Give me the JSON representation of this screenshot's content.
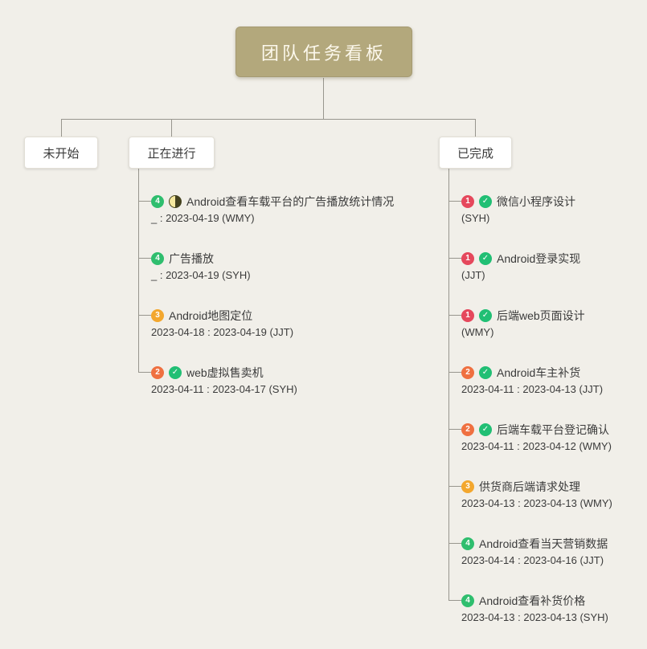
{
  "root_node": {
    "label": "团队任务看板"
  },
  "branches": {
    "not_started": {
      "label": "未开始",
      "tasks": []
    },
    "in_progress": {
      "label": "正在进行",
      "tasks": [
        {
          "priority": "4",
          "priority_level": "p4",
          "status": "half",
          "title": "Android查看车载平台的广告播放统计情况",
          "dates": "_ : 2023-04-19 (WMY)"
        },
        {
          "priority": "4",
          "priority_level": "p4",
          "status": "",
          "title": "广告播放",
          "dates": "_ : 2023-04-19 (SYH)"
        },
        {
          "priority": "3",
          "priority_level": "p3",
          "status": "",
          "title": "Android地图定位",
          "dates": "2023-04-18 : 2023-04-19 (JJT)"
        },
        {
          "priority": "2",
          "priority_level": "p2",
          "status": "check",
          "title": "web虚拟售卖机",
          "dates": "2023-04-11 : 2023-04-17 (SYH)"
        }
      ]
    },
    "done": {
      "label": "已完成",
      "tasks": [
        {
          "priority": "1",
          "priority_level": "p1",
          "status": "check",
          "title": "微信小程序设计",
          "dates": "(SYH)"
        },
        {
          "priority": "1",
          "priority_level": "p1",
          "status": "check",
          "title": "Android登录实现",
          "dates": "(JJT)"
        },
        {
          "priority": "1",
          "priority_level": "p1",
          "status": "check",
          "title": "后端web页面设计",
          "dates": "(WMY)"
        },
        {
          "priority": "2",
          "priority_level": "p2",
          "status": "check",
          "title": "Android车主补货",
          "dates": "2023-04-11 : 2023-04-13 (JJT)"
        },
        {
          "priority": "2",
          "priority_level": "p2",
          "status": "check",
          "title": "后端车载平台登记确认",
          "dates": "2023-04-11 : 2023-04-12 (WMY)"
        },
        {
          "priority": "3",
          "priority_level": "p3",
          "status": "",
          "title": "供货商后端请求处理",
          "dates": "2023-04-13 : 2023-04-13 (WMY)"
        },
        {
          "priority": "4",
          "priority_level": "p4",
          "status": "",
          "title": "Android查看当天营销数据",
          "dates": "2023-04-14 : 2023-04-16 (JJT)"
        },
        {
          "priority": "4",
          "priority_level": "p4",
          "status": "",
          "title": "Android查看补货价格",
          "dates": "2023-04-13 : 2023-04-13 (SYH)"
        }
      ]
    }
  },
  "icons": {
    "priority_badge": "numbered-circle-priority-badge",
    "check": "check-circle-icon",
    "half": "half-filled-progress-circle-icon"
  },
  "colors": {
    "canvas-bg": "#f1efe9",
    "root-bg": "#b3a87c",
    "root-text": "#fcf8ec",
    "node-bg": "#ffffff",
    "node-border": "#e2dfd6",
    "line": "#98968e",
    "text": "#3b3b3b",
    "priority-1": "#e5485c",
    "priority-2": "#ef7040",
    "priority-3": "#f3a72e",
    "priority-4": "#2fbe6e",
    "check": "#21bf74",
    "half-light": "#f6e9a0",
    "half-dark": "#44421f"
  }
}
